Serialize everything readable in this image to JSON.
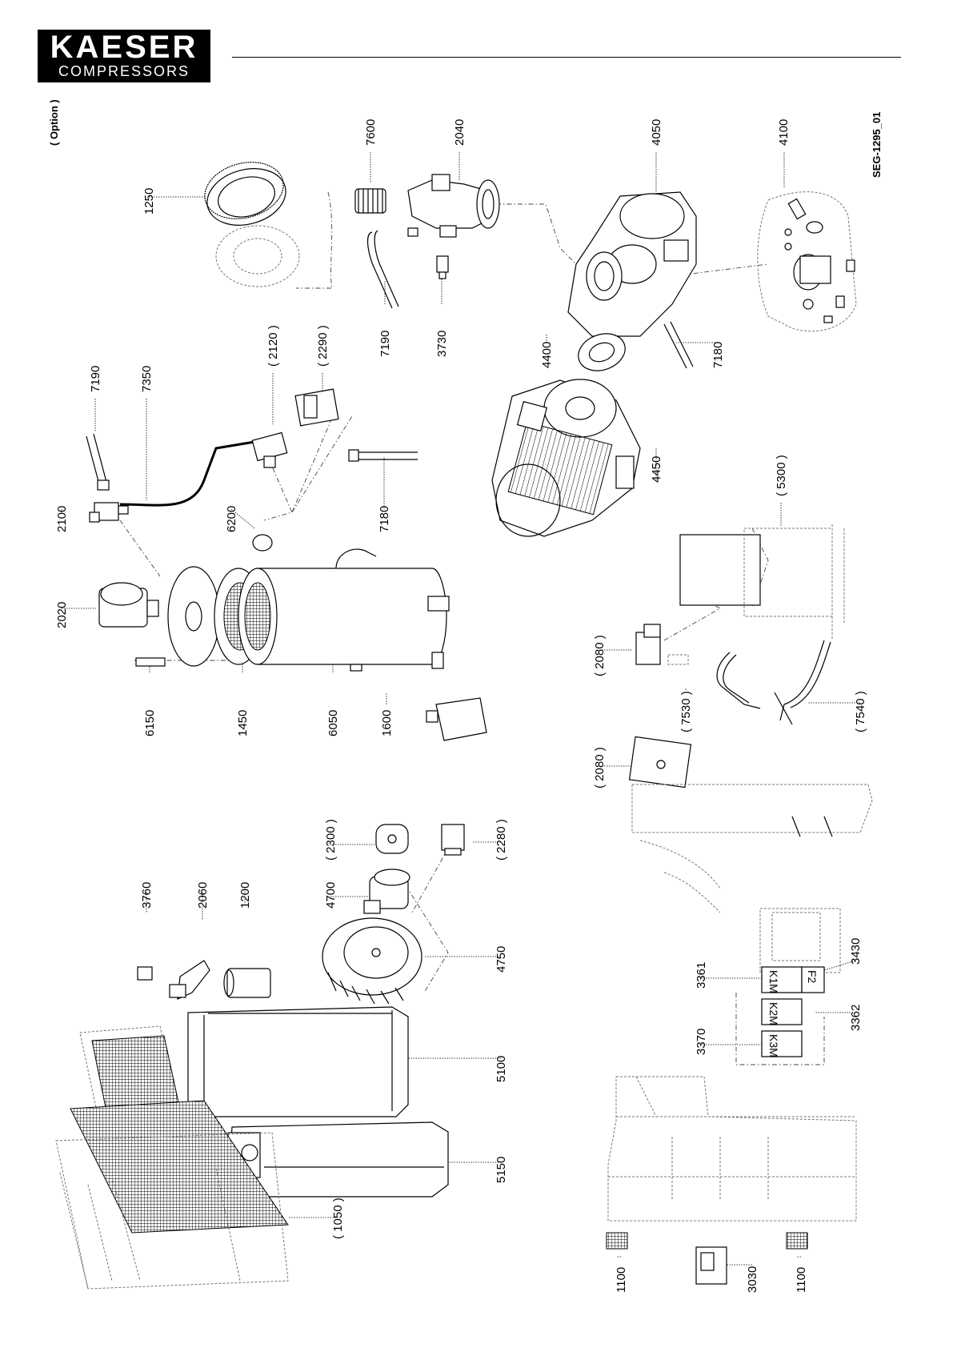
{
  "header": {
    "brand": "KAESER",
    "subbrand": "COMPRESSORS"
  },
  "diagram": {
    "option_note": "( Option )",
    "drawing_id": "SEG-1295_01",
    "part_labels": {
      "p1250": "1250",
      "p7600": "7600",
      "p2040": "2040",
      "p4050": "4050",
      "p4100": "4100",
      "p7190a": "7190",
      "p3730": "3730",
      "p4400": "4400",
      "p7180a": "7180",
      "p7190b": "7190",
      "p7350": "7350",
      "p2120": "( 2120 )",
      "p2290": "( 2290 )",
      "p2100": "2100",
      "p6200": "6200",
      "p7180b": "7180",
      "p4450": "4450",
      "p5300": "( 5300 )",
      "p2020": "2020",
      "p6150": "6150",
      "p1450": "1450",
      "p6050": "6050",
      "p1600": "1600",
      "p2080a": "( 2080 )",
      "p7530": "( 7530 )",
      "p7540": "( 7540 )",
      "p2080b": "( 2080 )",
      "p3760": "3760",
      "p2060": "2060",
      "p1200": "1200",
      "p4700": "4700",
      "p2300": "( 2300 )",
      "p2280": "( 2280 )",
      "p4750": "4750",
      "p5100": "5100",
      "p5150": "5150",
      "p1050": "( 1050 )",
      "p3361": "3361",
      "p3370": "3370",
      "p3430": "3430",
      "p3362": "3362",
      "p1100a": "1100",
      "p3030": "3030",
      "p1100b": "1100"
    },
    "contactor_labels": {
      "k1m": "K1M",
      "f2": "F2",
      "k2m": "K2M",
      "k3m": "K3M"
    }
  }
}
